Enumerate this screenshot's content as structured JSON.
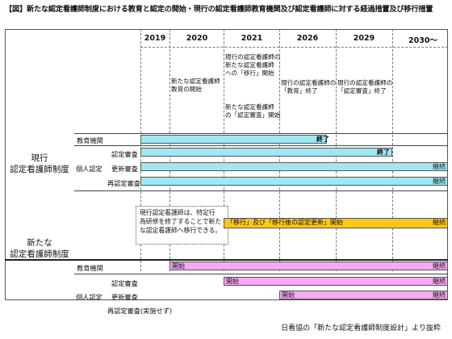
{
  "title": "【図】新たな認定看護師制度における教育と認定の開始・現行の認定看護師教育機関及び認定看護師に対する経過措置及び移行措置",
  "years": [
    "2019",
    "2020",
    "2021",
    "2026",
    "2029",
    "2030～"
  ],
  "notes": {
    "n2020": [
      "新たな認定看護師",
      "教育の開始"
    ],
    "n2021a": [
      "現行の認定看護師の",
      "新たな認定看護師",
      "への「移行」開始"
    ],
    "n2021b": [
      "新たな認定看護師",
      "の「認定審査」開始"
    ],
    "n2026": [
      "現行の認定看護師の",
      "「教育」終了"
    ],
    "n2029": [
      "現行の認定看護師の",
      "「認定審査」終了"
    ]
  },
  "current": {
    "section_label": [
      "現行",
      "認定看護師制度"
    ],
    "edu_label": "教育機関",
    "indiv_label": "個人認定",
    "exam_label": "認定審査",
    "renew_label": "更新審査",
    "reexam_label": "再認定審査",
    "end_label": "終了",
    "cont_label": "継続"
  },
  "callout": [
    "現行認定看護師は、特定行",
    "為研修を修了することで新た",
    "な認定看護師へ移行できる。"
  ],
  "transition": {
    "label": "「移行」及び「移行後の認定更新」開始",
    "cont_label": "継続"
  },
  "new": {
    "section_label": [
      "新たな",
      "認定看護師制度"
    ],
    "edu_label": "教育機関",
    "indiv_label": "個人認定",
    "exam_label": "認定審査",
    "renew_label": "更新審査",
    "reexam_label": "再認定審査(実施せず)",
    "start_label": "開始",
    "cont_label": "継続"
  },
  "footer": "日看協の「新たな認定看護師制度設計」より抜粋",
  "colors": {
    "current": "#9ee8f3",
    "transition": "#ffc61a",
    "new": "#f5aaf2"
  }
}
